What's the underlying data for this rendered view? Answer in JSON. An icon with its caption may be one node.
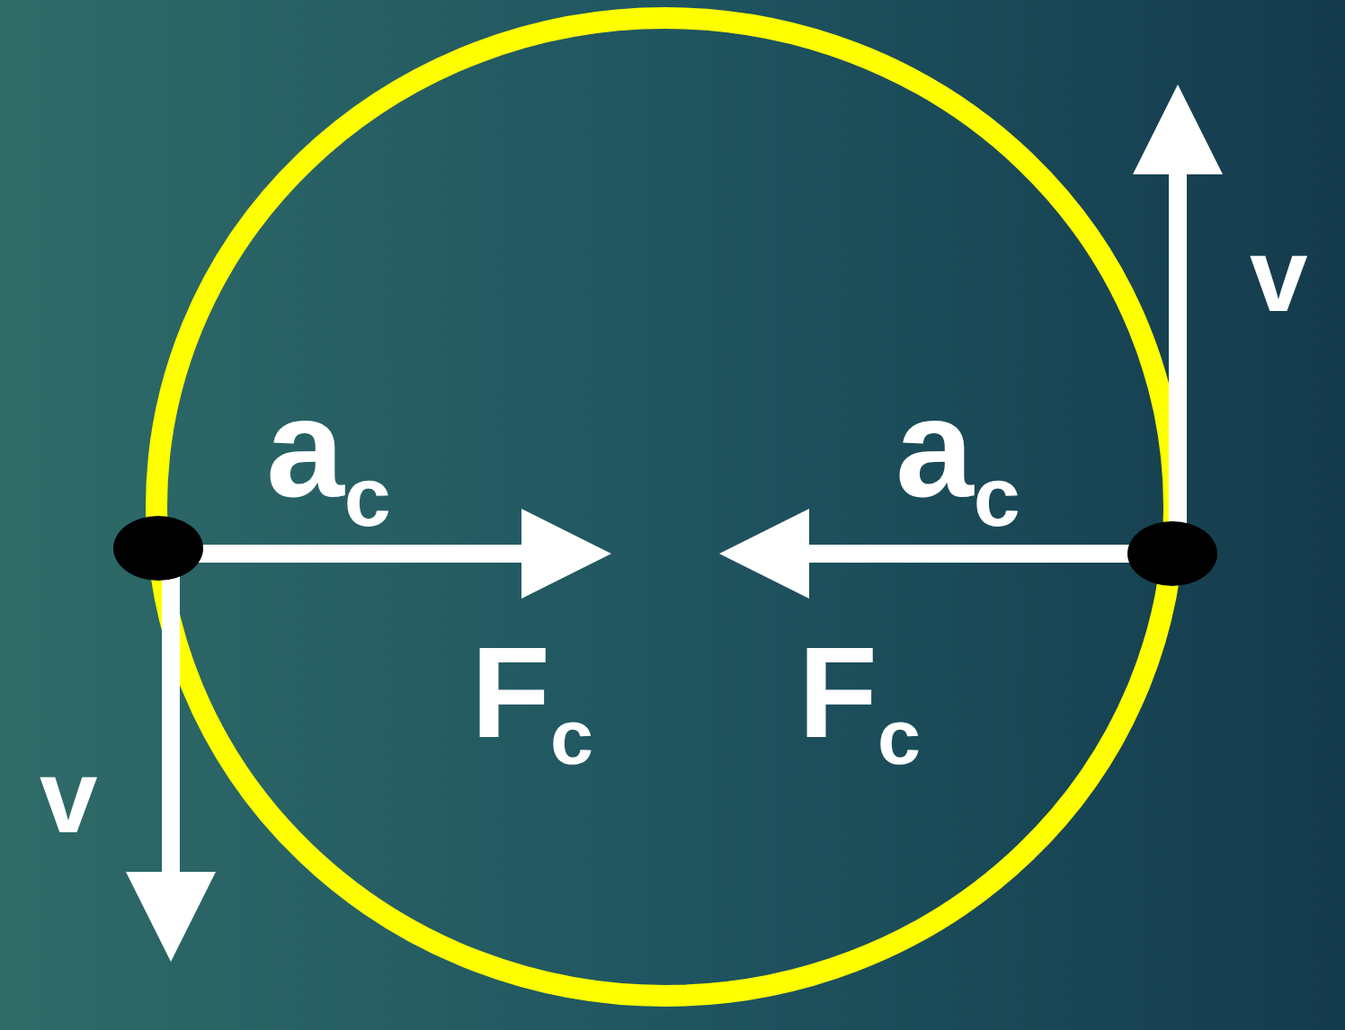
{
  "diagram": {
    "labels": [
      "v",
      "a$_{c}$",
      "a$_{c}$",
      "F$_{c}$",
      "F$_{c}$",
      "v"
    ]
  }
}
